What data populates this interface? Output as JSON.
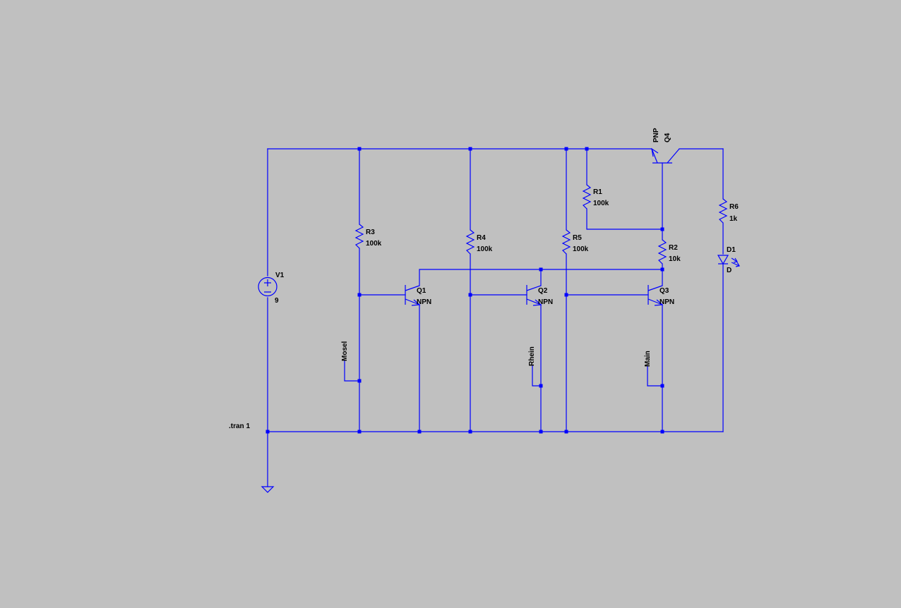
{
  "colors": {
    "background": "#c0c0c0",
    "wire": "#0000ff",
    "text": "#000000"
  },
  "directive": ".tran 1",
  "source": {
    "name": "V1",
    "value": "9"
  },
  "resistors": [
    {
      "name": "R1",
      "value": "100k"
    },
    {
      "name": "R2",
      "value": "10k"
    },
    {
      "name": "R3",
      "value": "100k"
    },
    {
      "name": "R4",
      "value": "100k"
    },
    {
      "name": "R5",
      "value": "100k"
    },
    {
      "name": "R6",
      "value": "1k"
    }
  ],
  "transistors": [
    {
      "name": "Q1",
      "model": "NPN"
    },
    {
      "name": "Q2",
      "model": "NPN"
    },
    {
      "name": "Q3",
      "model": "NPN"
    },
    {
      "name": "Q4",
      "model": "PNP"
    }
  ],
  "led": {
    "name": "D1",
    "model": "D"
  },
  "net_labels": [
    "Mosel",
    "Rhein",
    "Main"
  ],
  "icons": [
    "voltage-source-icon",
    "resistor-icon",
    "npn-transistor-icon",
    "pnp-transistor-icon",
    "led-icon",
    "ground-icon"
  ]
}
